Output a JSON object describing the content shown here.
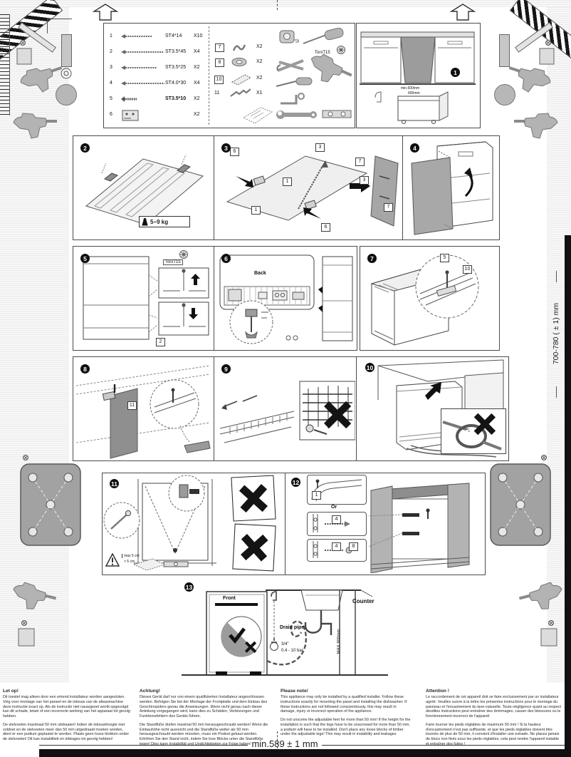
{
  "dims": {
    "bottom": "min.589 ± 1 mm",
    "right": "700-780 ( ± 1) mm"
  },
  "parts": {
    "torx_label": "TorxT15",
    "col1": [
      {
        "num": "1",
        "spec": "ST4*14",
        "qty": "X10"
      },
      {
        "num": "2",
        "spec": "ST3.5*45",
        "qty": "X4"
      },
      {
        "num": "3",
        "spec": "ST3.5*25",
        "qty": "X2"
      },
      {
        "num": "4",
        "spec": "ST4.0*30",
        "qty": "X4"
      },
      {
        "num": "5",
        "spec": "ST3.5*10",
        "qty": "X2"
      },
      {
        "num": "6",
        "spec": "",
        "qty": "X2"
      }
    ],
    "col2": [
      {
        "num": "7",
        "qty": "X2"
      },
      {
        "num": "8",
        "qty": "X2"
      },
      {
        "num": "10",
        "qty": "X2"
      },
      {
        "num": "11",
        "qty": "X1"
      }
    ]
  },
  "steps": {
    "s1": {
      "num": "1",
      "opening_note": "min.600mm",
      "width_note": "600mm"
    },
    "s2": {
      "num": "2",
      "weight": "5~9 kg"
    },
    "s3": {
      "num": "3",
      "ref1": "1",
      "ref3": "3",
      "ref6": "6",
      "ref7": "7"
    },
    "s4": {
      "num": "4"
    },
    "s5": {
      "num": "5",
      "torx": "TorxT15",
      "ref2": "2"
    },
    "s6": {
      "num": "6",
      "back": "Back"
    },
    "s7": {
      "num": "7",
      "ref5": "5",
      "ref10": "10"
    },
    "s8": {
      "num": "8",
      "ref11": "11"
    },
    "s9": {
      "num": "9"
    },
    "s10": {
      "num": "10"
    },
    "s11": {
      "num": "11",
      "warn1": "max 5 cm",
      "warn2": "> 5 cm"
    },
    "s12": {
      "num": "12",
      "or": "Or",
      "ref1": "1",
      "ref4": "4",
      "ref8": "8"
    },
    "s13": {
      "num": "13",
      "front": "Front",
      "drain": "Drain pipe",
      "counter": "Counter",
      "thread": "3/4\"",
      "pressure": "0.4 - 10 bar",
      "max_height": "MAX 900mm"
    }
  },
  "footnotes": [
    {
      "lang": "nl",
      "title": "Let op!",
      "p1": "Dit toestel mag alleen door een erkend installateur worden aangesloten. Volg voor montage van het paneel en de inbouw van de afwasmachine deze instructie exact op. Als de instructie niet nauwgezet wordt opgevolgd kan dit schade, letsel of een incorrecte werking van het apparaat tot gevolg hebben.",
      "p2": "De stelvoeten maximaal 50 mm uitdraaien! Indien de inbouwhoogte niet voldoet en de stelvoeten meer dan 50 mm uitgedraaid moeten worden, dient er een podium geplaatst te worden. Plaats geen losse blokken onder de stelvoeten! Dit kan instabiliteit en lekkages tot gevolg hebben!"
    },
    {
      "lang": "de",
      "title": "Achtung!",
      "p1": "Dieses Gerät darf nur von einem qualifizierten Installateur angeschlossen werden. Befolgen Sie bei der Montage der Frontplatte und dem Einbau des Geschirrspülers genau die Anweisungen. Wenn nicht genau nach dieser Anleitung vorgegangen wird, kann dies zu Schäden, Verletzungen und Funktionsfehlern des Geräts führen.",
      "p2": "Die Standfüße dürfen maximal 50 mm herausgeschraubt werden! Wenn die Einbauhöhe nicht ausreicht und die Standfüße weiter als 50 mm herausgeschraubt werden müssten, muss ein Podest gebaut werden. Erhöhen Sie den Stand nicht, indem Sie lose Blöcke unter die Standfüße legen! Dies kann Instabilität und Undichtigkeiten zur Folge haben!"
    },
    {
      "lang": "en",
      "title": "Please note!",
      "p1": "This appliance may only be installed by a qualified installer. Follow these instructions exactly for mounting the panel and installing the dishwasher. If these instructions are not followed conscientiously, this may result in damage, injury or incorrect operation of the appliance.",
      "p2": "Do not unscrew the adjustable feet for more than 50 mm! If the height for the installation is such that the legs have to be unscrewed for more than 50 mm, a podium will have to be installed. Don't place any loose blocks of timber under the adjustable legs! This may result in instability and leakages"
    },
    {
      "lang": "fr",
      "title": "Attention !",
      "p1": "Le raccordement de cet appareil doit se faire exclusivement par un installateur agréé. Veuillez suivre à la lettre les présentes instructions pour le montage du panneau et l'encastrement du lave-vaisselle. Toute négligence quant au respect desdites instructions peut entraîner des dommages, causer des blessures ou le fonctionnement incorrect de l'appareil",
      "p2": "Faire tourner les pieds réglables de maximum 50 mm ! Si la hauteur d'encastrement n'est pas suffisante, et que les pieds réglables doivent être tournés de plus de 50 mm, il convient d'installer une estrade. Ne placez jamais de blocs non fixés sous les pieds réglables, cela peut rendre l'appareil instable et entraîner des fuites !"
    }
  ],
  "colors": {
    "ink": "#1c1c1c",
    "panel_gray": "#a2a2a2",
    "dark_fill": "#0e0e0e",
    "margin_gray": "#ececec"
  },
  "icons": [
    "drill-icon",
    "pencil-icon",
    "ruler-icon",
    "tape-measure-icon",
    "torx-screwdriver-icon",
    "pliers-icon",
    "screwdriver-icon",
    "hex-key-icon",
    "wrench-icon",
    "level-icon",
    "screw-icon",
    "mounting-plate-icon",
    "weight-icon",
    "warning-triangle-icon",
    "check-icon",
    "cross-icon",
    "fold-arrow-icon"
  ]
}
